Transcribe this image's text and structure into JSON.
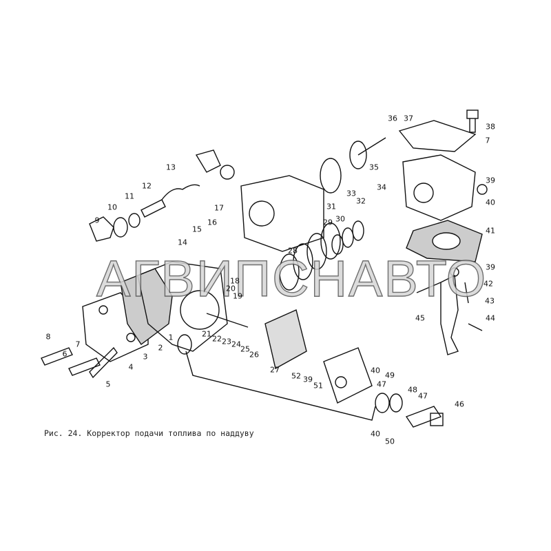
{
  "caption": "Рис. 24. Корректор подачи топлива по наддуву",
  "watermark": "АГВИПСНАВТО",
  "part_labels": [
    "36",
    "37",
    "38",
    "7",
    "35",
    "39",
    "33",
    "34",
    "40",
    "31",
    "32",
    "17",
    "29",
    "41",
    "30",
    "13",
    "12",
    "11",
    "10",
    "9",
    "15",
    "16",
    "14",
    "28",
    "18",
    "20",
    "19",
    "39",
    "42",
    "43",
    "44",
    "45",
    "21",
    "22",
    "23",
    "24",
    "25",
    "26",
    "27",
    "1",
    "2",
    "3",
    "8",
    "7",
    "6",
    "4",
    "5",
    "52",
    "39",
    "51",
    "40",
    "49",
    "47",
    "48",
    "47",
    "46",
    "40",
    "50"
  ]
}
